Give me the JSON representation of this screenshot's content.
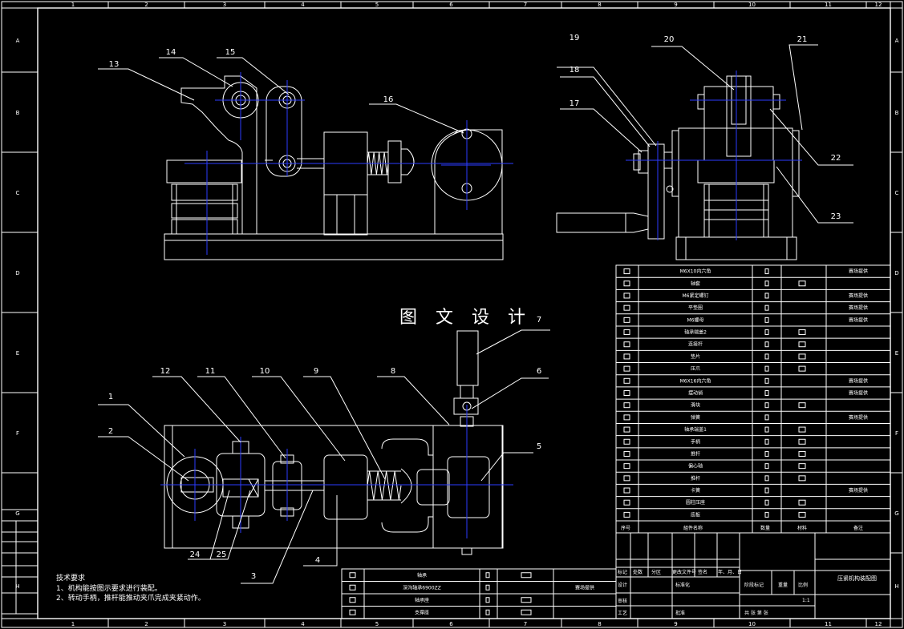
{
  "frame": {
    "col_labels": [
      "1",
      "2",
      "3",
      "4",
      "5",
      "6",
      "7",
      "8",
      "9",
      "10",
      "11",
      "12"
    ],
    "row_labels": [
      "A",
      "B",
      "C",
      "D",
      "E",
      "F",
      "G",
      "H"
    ]
  },
  "watermark": "图 文 设 计",
  "tech_requirements": {
    "title": "技术要求",
    "lines": [
      "1、机构能按图示要求进行装配。",
      "2、转动手柄，推杆能推动夹爪完成夹紧动作。"
    ]
  },
  "part_callouts": [
    "1",
    "2",
    "3",
    "4",
    "5",
    "6",
    "7",
    "8",
    "9",
    "10",
    "11",
    "12",
    "13",
    "14",
    "15",
    "16",
    "17",
    "18",
    "19",
    "20",
    "21",
    "22",
    "23",
    "24",
    "25"
  ],
  "bom": {
    "header": {
      "seq": "序号",
      "name": "組件名称",
      "qty": "数量",
      "material": "材料",
      "remark": "备注"
    },
    "rows": [
      {
        "name": "M6X10内六角",
        "remark": "赛场提供"
      },
      {
        "name": "轴套",
        "remark": ""
      },
      {
        "name": "M6紧定螺钉",
        "remark": "赛场提供"
      },
      {
        "name": "平垫圈",
        "remark": "赛场提供"
      },
      {
        "name": "M6螺母",
        "remark": "赛场提供"
      },
      {
        "name": "轴承端盖2",
        "remark": ""
      },
      {
        "name": "连接杆",
        "remark": ""
      },
      {
        "name": "垫片",
        "remark": ""
      },
      {
        "name": "压爪",
        "remark": ""
      },
      {
        "name": "M6X16内六角",
        "remark": "赛场提供"
      },
      {
        "name": "摆动销",
        "remark": "赛场提供"
      },
      {
        "name": "滑块",
        "remark": ""
      },
      {
        "name": "弹簧",
        "remark": "赛场提供"
      },
      {
        "name": "轴承端盖1",
        "remark": ""
      },
      {
        "name": "手柄",
        "remark": ""
      },
      {
        "name": "推杆",
        "remark": ""
      },
      {
        "name": "偏心轴",
        "remark": ""
      },
      {
        "name": "推杆",
        "remark": ""
      },
      {
        "name": "卡簧",
        "remark": "赛场提供"
      },
      {
        "name": "圆柱压座",
        "remark": ""
      },
      {
        "name": "底板",
        "remark": ""
      }
    ],
    "lower_rows": [
      {
        "name": "轴承",
        "remark": ""
      },
      {
        "name": "深沟轴承6900ZZ",
        "remark": "赛场提供"
      },
      {
        "name": "轴承座",
        "remark": ""
      },
      {
        "name": "支撑座",
        "remark": ""
      }
    ]
  },
  "title_block": {
    "drawing_name": "压紧机构装配图",
    "labels": [
      "标记",
      "处数",
      "分区",
      "更改文件号",
      "签名",
      "年、月、日",
      "设计",
      "标准化",
      "审核",
      "工艺",
      "批准",
      "阶段标记",
      "重量",
      "比例"
    ],
    "scale": "1:1",
    "sheet": "共 张 第 张"
  }
}
